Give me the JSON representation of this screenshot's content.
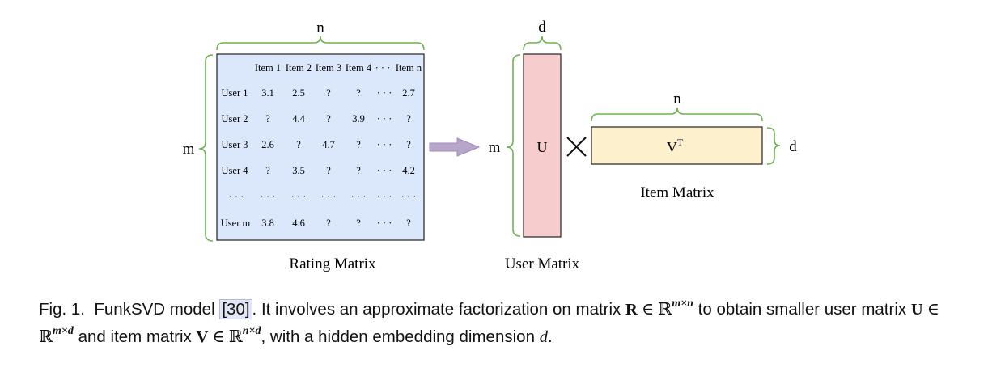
{
  "rating_matrix": {
    "label_n": "n",
    "label_m": "m",
    "columns": [
      "Item 1",
      "Item 2",
      "Item 3",
      "Item 4",
      "· · ·",
      "Item n"
    ],
    "rows": [
      {
        "user": "User 1",
        "values": [
          "3.1",
          "2.5",
          "?",
          "?",
          "· · ·",
          "2.7"
        ]
      },
      {
        "user": "User 2",
        "values": [
          "?",
          "4.4",
          "?",
          "3.9",
          "· · ·",
          "?"
        ]
      },
      {
        "user": "User 3",
        "values": [
          "2.6",
          "?",
          "4.7",
          "?",
          "· · ·",
          "?"
        ]
      },
      {
        "user": "User 4",
        "values": [
          "?",
          "3.5",
          "?",
          "?",
          "· · ·",
          "4.2"
        ]
      },
      {
        "user": "· · ·",
        "values": [
          "· · ·",
          "· · ·",
          "· · ·",
          "· · ·",
          "· · ·",
          "· · ·"
        ]
      },
      {
        "user": "User m",
        "values": [
          "3.8",
          "4.6",
          "?",
          "?",
          "· · ·",
          "?"
        ]
      }
    ],
    "title": "Rating  Matrix",
    "fill": "#dbe8fb"
  },
  "user_matrix": {
    "label_d": "d",
    "label_m": "m",
    "symbol": "U",
    "title": "User  Matrix",
    "fill": "#f6cccc"
  },
  "times_symbol": "×",
  "item_matrix": {
    "label_n": "n",
    "label_d": "d",
    "symbol": "V",
    "superscript": "T",
    "title": "Item  Matrix",
    "fill": "#fdf0cd"
  },
  "brace_color": "#6fb04f",
  "arrow_color": "#b7a6c9",
  "caption": {
    "figure_label": "Fig. 1.",
    "text_1": "FunkSVD model",
    "reference": "[30]",
    "text_2": ". It involves an approximate factorization on matrix",
    "R": "R",
    "in_R": " ∈ ℝ",
    "R_dims": "m×n",
    "text_3": " to obtain smaller user matrix",
    "U": "U",
    "U_in": " ∈ ℝ",
    "U_dims": "m×d",
    "text_4": " and item matrix",
    "V": "V",
    "V_in": " ∈ ℝ",
    "V_dims": "n×d",
    "text_5": ", with a hidden embedding dimension",
    "d": "d",
    "text_6": "."
  }
}
